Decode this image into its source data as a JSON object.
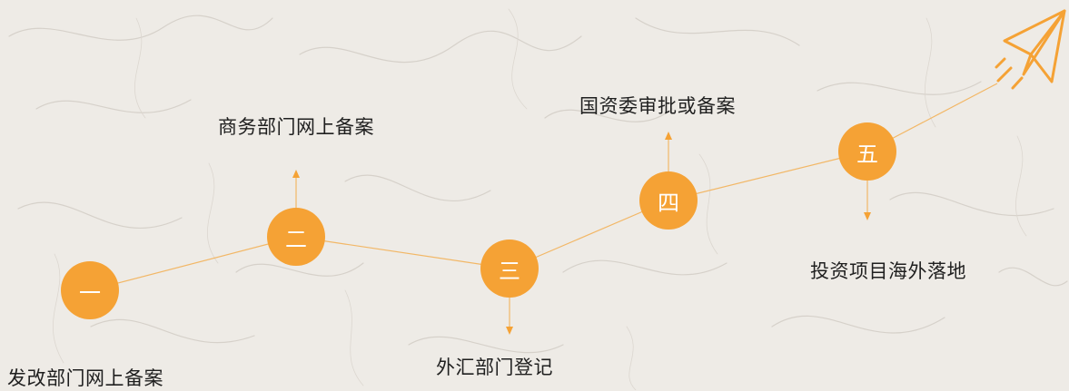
{
  "colors": {
    "accent": "#f5a235",
    "line": "#f2b766",
    "text": "#1f1f1f",
    "background": "#eeebe6"
  },
  "steps": [
    {
      "numeral": "一",
      "label": "发改部门网上备案"
    },
    {
      "numeral": "二",
      "label": "商务部门网上备案"
    },
    {
      "numeral": "三",
      "label": "外汇部门登记"
    },
    {
      "numeral": "四",
      "label": "国资委审批或备案"
    },
    {
      "numeral": "五",
      "label": "投资项目海外落地"
    }
  ],
  "decoration": {
    "icon": "paper-plane-icon"
  }
}
